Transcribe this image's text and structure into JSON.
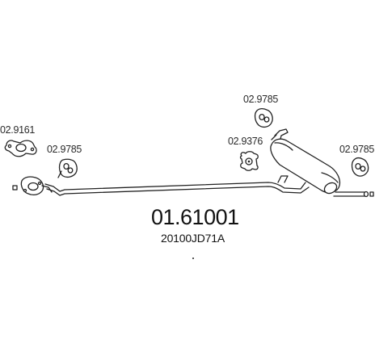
{
  "part_numbers": {
    "main": "01.61001",
    "oem": "20100JD71A"
  },
  "component_labels": {
    "gasket_front": "02.9161",
    "hanger_front": "02.9785",
    "hanger_top": "02.9785",
    "mount_middle": "02.9376",
    "hanger_rear": "02.9785"
  },
  "icons": {
    "gasket": "flange-gasket-icon",
    "hanger": "rubber-hanger-icon",
    "mount": "rubber-mount-icon",
    "exhaust": "exhaust-pipe-silencer-icon"
  },
  "colors": {
    "line": "#222222",
    "text": "#2a2a2a",
    "background": "#ffffff"
  }
}
